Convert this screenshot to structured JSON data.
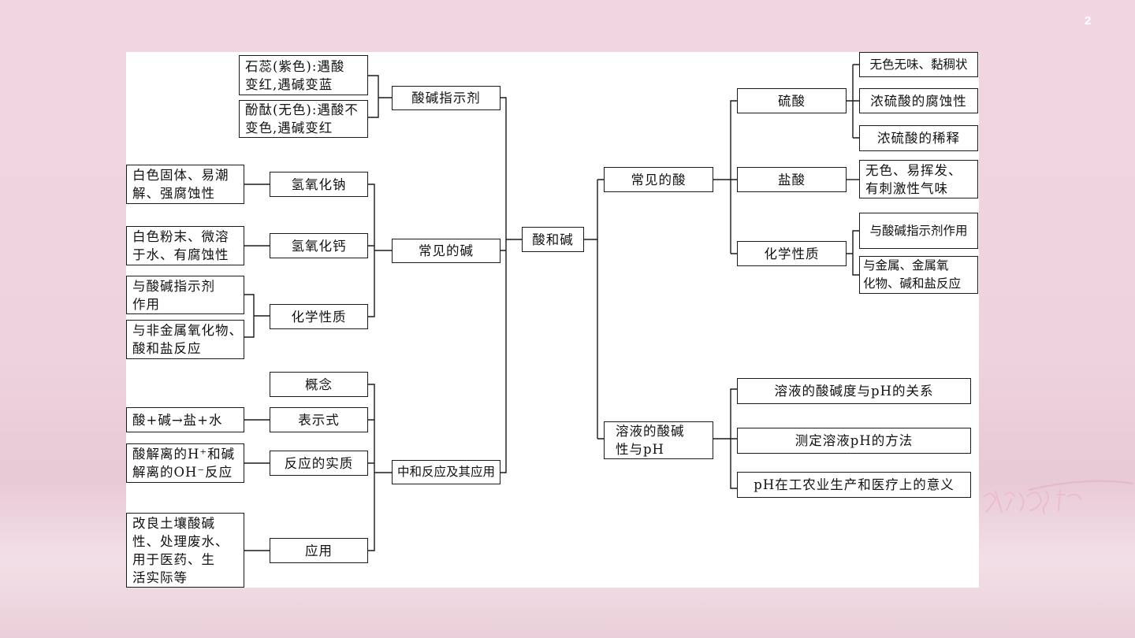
{
  "slide": {
    "page_number": "2"
  },
  "diagram": {
    "root": "酸和碱",
    "indicator": {
      "label": "酸碱指示剂",
      "litmus": "石蕊(紫色):遇酸\n变红,遇碱变蓝",
      "phenol": "酚酞(无色):遇酸不\n变色,遇碱变红"
    },
    "common_base": {
      "label": "常见的碱",
      "naoh": "氢氧化钠",
      "naoh_desc": "白色固体、易潮\n解、强腐蚀性",
      "caoh": "氢氧化钙",
      "caoh_desc": "白色粉末、微溶\n于水、有腐蚀性",
      "chem": "化学性质",
      "chem_a": "与酸碱指示剂\n作用",
      "chem_b": "与非金属氧化物、\n酸和盐反应"
    },
    "neutral": {
      "label": "中和反应及其应用",
      "concept": "概念",
      "expr": "表示式",
      "expr_desc": "酸+碱→盐+水",
      "essence": "反应的实质",
      "essence_desc": "酸解离的H⁺和碱\n解离的OH⁻反应",
      "apply": "应用",
      "apply_desc": "改良土壤酸碱\n性、处理废水、\n用于医药、生\n活实际等"
    },
    "common_acid": {
      "label": "常见的酸",
      "h2so4": "硫酸",
      "h2so4_a": "无色无味、黏稠状",
      "h2so4_b": "浓硫酸的腐蚀性",
      "h2so4_c": "浓硫酸的稀释",
      "hcl": "盐酸",
      "hcl_desc": "无色、易挥发、\n有刺激性气味",
      "chem": "化学性质",
      "chem_a": "与酸碱指示剂作用",
      "chem_b": "与金属、金属氧\n化物、碱和盐反应"
    },
    "ph": {
      "label": "溶液的酸碱\n性与pH",
      "a": "溶液的酸碱度与pH的关系",
      "b": "测定溶液pH的方法",
      "c": "pH在工农业生产和医疗上的意义"
    }
  }
}
